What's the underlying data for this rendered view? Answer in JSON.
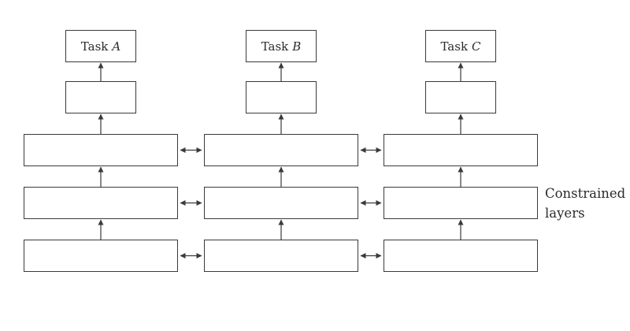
{
  "diagram": {
    "tasks": [
      {
        "prefix": "Task",
        "letter": "A"
      },
      {
        "prefix": "Task",
        "letter": "B"
      },
      {
        "prefix": "Task",
        "letter": "C"
      }
    ],
    "side_label": {
      "line1": "Constrained",
      "line2": "layers"
    },
    "colors": {
      "line": "#3a3a3a",
      "box_fill": "#ffffff",
      "text": "#2b2b2b",
      "background": "#ffffff"
    }
  }
}
